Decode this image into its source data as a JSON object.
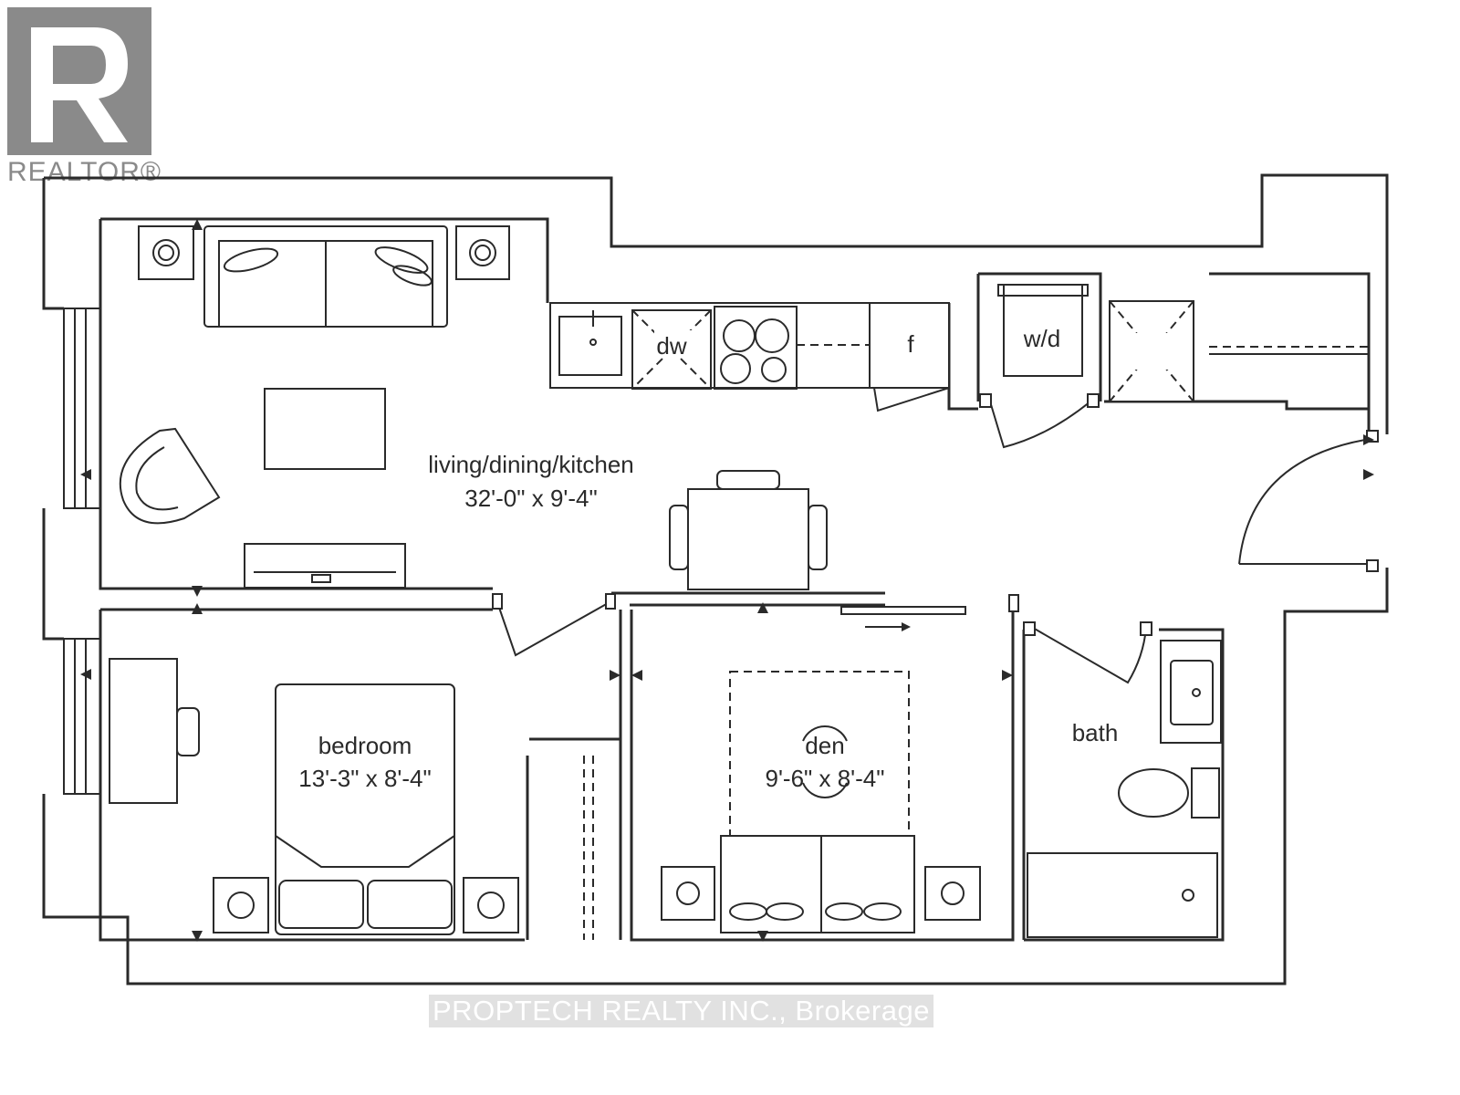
{
  "brand": {
    "logo_letter": "R",
    "logo_word": "REALTOR®",
    "logo_color": "#8a8a8a"
  },
  "watermark": "PROPTECH REALTY INC., Brokerage",
  "rooms": {
    "living": {
      "name": "living/dining/kitchen",
      "dims": "32'-0\" x 9'-4\""
    },
    "bedroom": {
      "name": "bedroom",
      "dims": "13'-3\" x 8'-4\""
    },
    "den": {
      "name": "den",
      "dims": "9'-6\" x 8'-4\""
    },
    "bath": {
      "name": "bath"
    }
  },
  "appliances": {
    "dishwasher": "dw",
    "fridge": "f",
    "washer_dryer": "w/d"
  },
  "colors": {
    "ink": "#2a2a2a",
    "watermark_bg": "#c8c8c8"
  }
}
